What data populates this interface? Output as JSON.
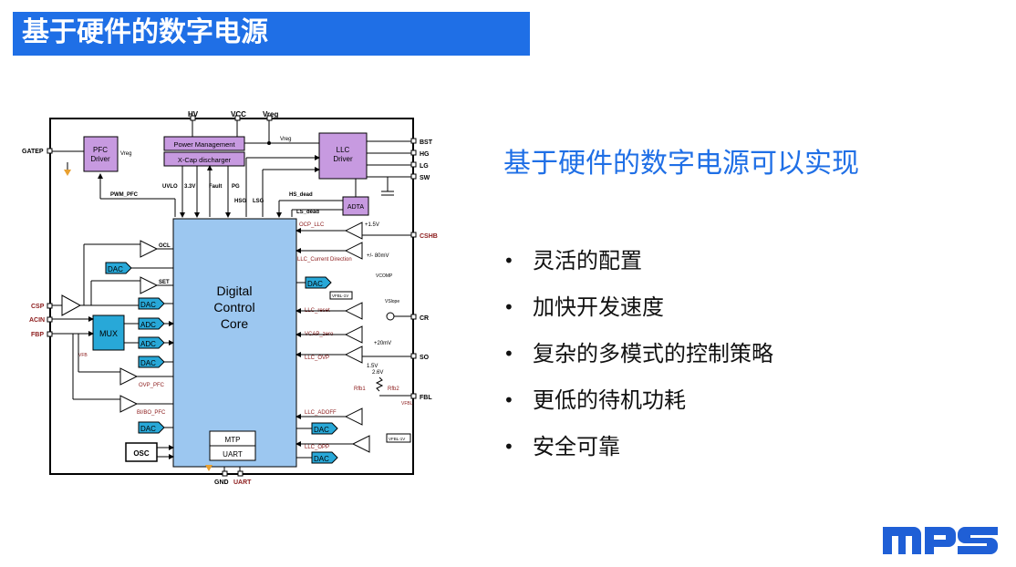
{
  "slide": {
    "title": "基于硬件的数字电源",
    "heading": "基于硬件的数字电源可以实现",
    "bullets": [
      "灵活的配置",
      "加快开发速度",
      "复杂的多模式的控制策略",
      "更低的待机功耗",
      "安全可靠"
    ],
    "bullet_glyph": "•",
    "logo": "MPS",
    "accent_color": "#1f6fe6"
  },
  "diagram": {
    "top_pins": [
      "HV",
      "VCC",
      "Vreg"
    ],
    "left_pins": [
      "GATEP",
      "CSP",
      "ACIN",
      "FBP"
    ],
    "right_pins": [
      "BST",
      "HG",
      "LG",
      "SW",
      "CSHB",
      "CR",
      "SO",
      "FBL"
    ],
    "bottom_pins": [
      "GND",
      "UART"
    ],
    "blocks": {
      "pfc_driver": "PFC Driver",
      "power_management": "Power Management",
      "xcap": "X-Cap discharger",
      "llc_driver": "LLC Driver",
      "adta": "ADTA",
      "core": "Digital Control Core",
      "mux": "MUX",
      "osc": "OSC",
      "mtp": "MTP",
      "uart": "UART"
    },
    "converters": {
      "dac": "DAC",
      "adc": "ADC"
    },
    "signals": {
      "vreg": "Vreg",
      "pwm_pfc": "PWM_PFC",
      "uvlo": "UVLO",
      "v33": "3.3V",
      "fault": "Fault",
      "pg": "PG",
      "hsg": "HSG",
      "lsg": "LSG",
      "hs_dead": "HS_dead",
      "ls_dead": "LS_dead",
      "ocp_llc": "OCP_LLC",
      "llc_current_direction": "LLC_Current Direction",
      "llc_reset": "LLC_reset",
      "vcap_zero": "VCAP_zero",
      "llc_ovp": "LLC_OVP",
      "llc_adoff": "LLC_ADOFF",
      "llc_opp": "LLC_OPP",
      "ocl": "OCL",
      "set": "SET",
      "ovp_pfc": "OVP_PFC",
      "bibo_pfc": "BI/BO_PFC",
      "vfb": "VFB",
      "vfbl": "VFBL",
      "vcomp": "VCOMP",
      "vslope": "VSlope",
      "vfbl_1v": "VFBL-1V",
      "plus15v": "+1.5V",
      "pm80mv": "+/- 80mV",
      "plus20mv": "+20mV",
      "v15": "1.5V",
      "v26": "2.6V",
      "rfb1": "Rfb1",
      "rfb2": "Rfb2"
    }
  }
}
